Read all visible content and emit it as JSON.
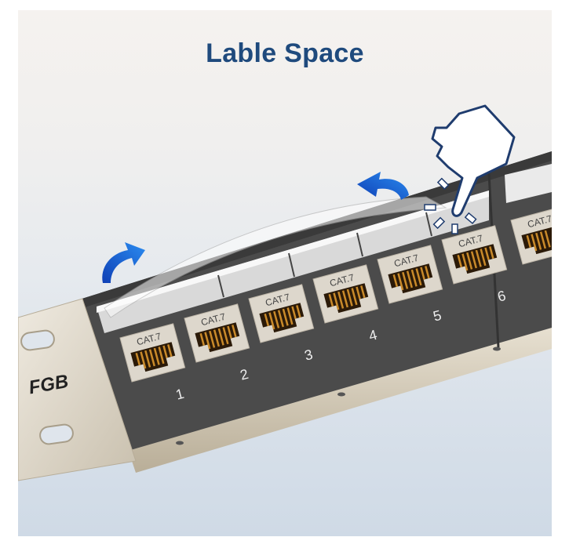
{
  "heading": {
    "title": "Lable Space"
  },
  "product": {
    "brand_logo": "FGB",
    "port_type": "CAT.7",
    "ports": [
      {
        "number": "1",
        "label": "CAT.7"
      },
      {
        "number": "2",
        "label": "CAT.7"
      },
      {
        "number": "3",
        "label": "CAT.7"
      },
      {
        "number": "4",
        "label": "CAT.7"
      },
      {
        "number": "5",
        "label": "CAT.7"
      },
      {
        "number": "6",
        "label": "CAT.7"
      }
    ],
    "partial_port_label": "CAT.7"
  },
  "icons": [
    "arrow-up-right-icon",
    "arrow-back-left-icon",
    "pointing-hand-icon"
  ],
  "colors": {
    "title": "#1f4a7d",
    "arrow": "#1a5fd0",
    "panel_face": "#4a4a4a",
    "bracket": "#d9d2c4",
    "jack": "#ddd7cc",
    "pins": "#b5791f",
    "bg_top": "#f5f2ef",
    "bg_bottom": "#cfdae6"
  }
}
